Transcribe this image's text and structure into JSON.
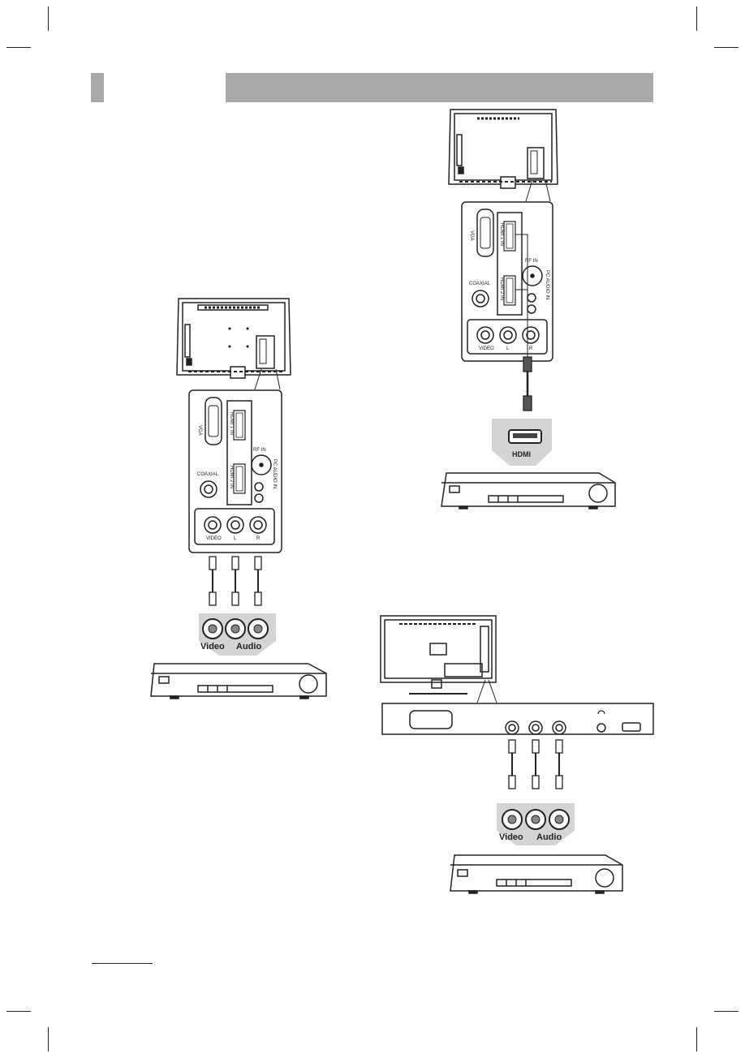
{
  "port_labels": {
    "vga": "VGA",
    "hdmi1": "HDMI 1 IN",
    "hdmi2": "HDMI 2 IN",
    "rf": "RF IN",
    "coaxial": "COAXIAL",
    "pc_audio": "PC AUDIO IN",
    "video": "VIDEO",
    "left": "L",
    "right": "R"
  },
  "device_labels": {
    "video": "Video",
    "audio": "Audio",
    "hdmi": "HDMI"
  }
}
